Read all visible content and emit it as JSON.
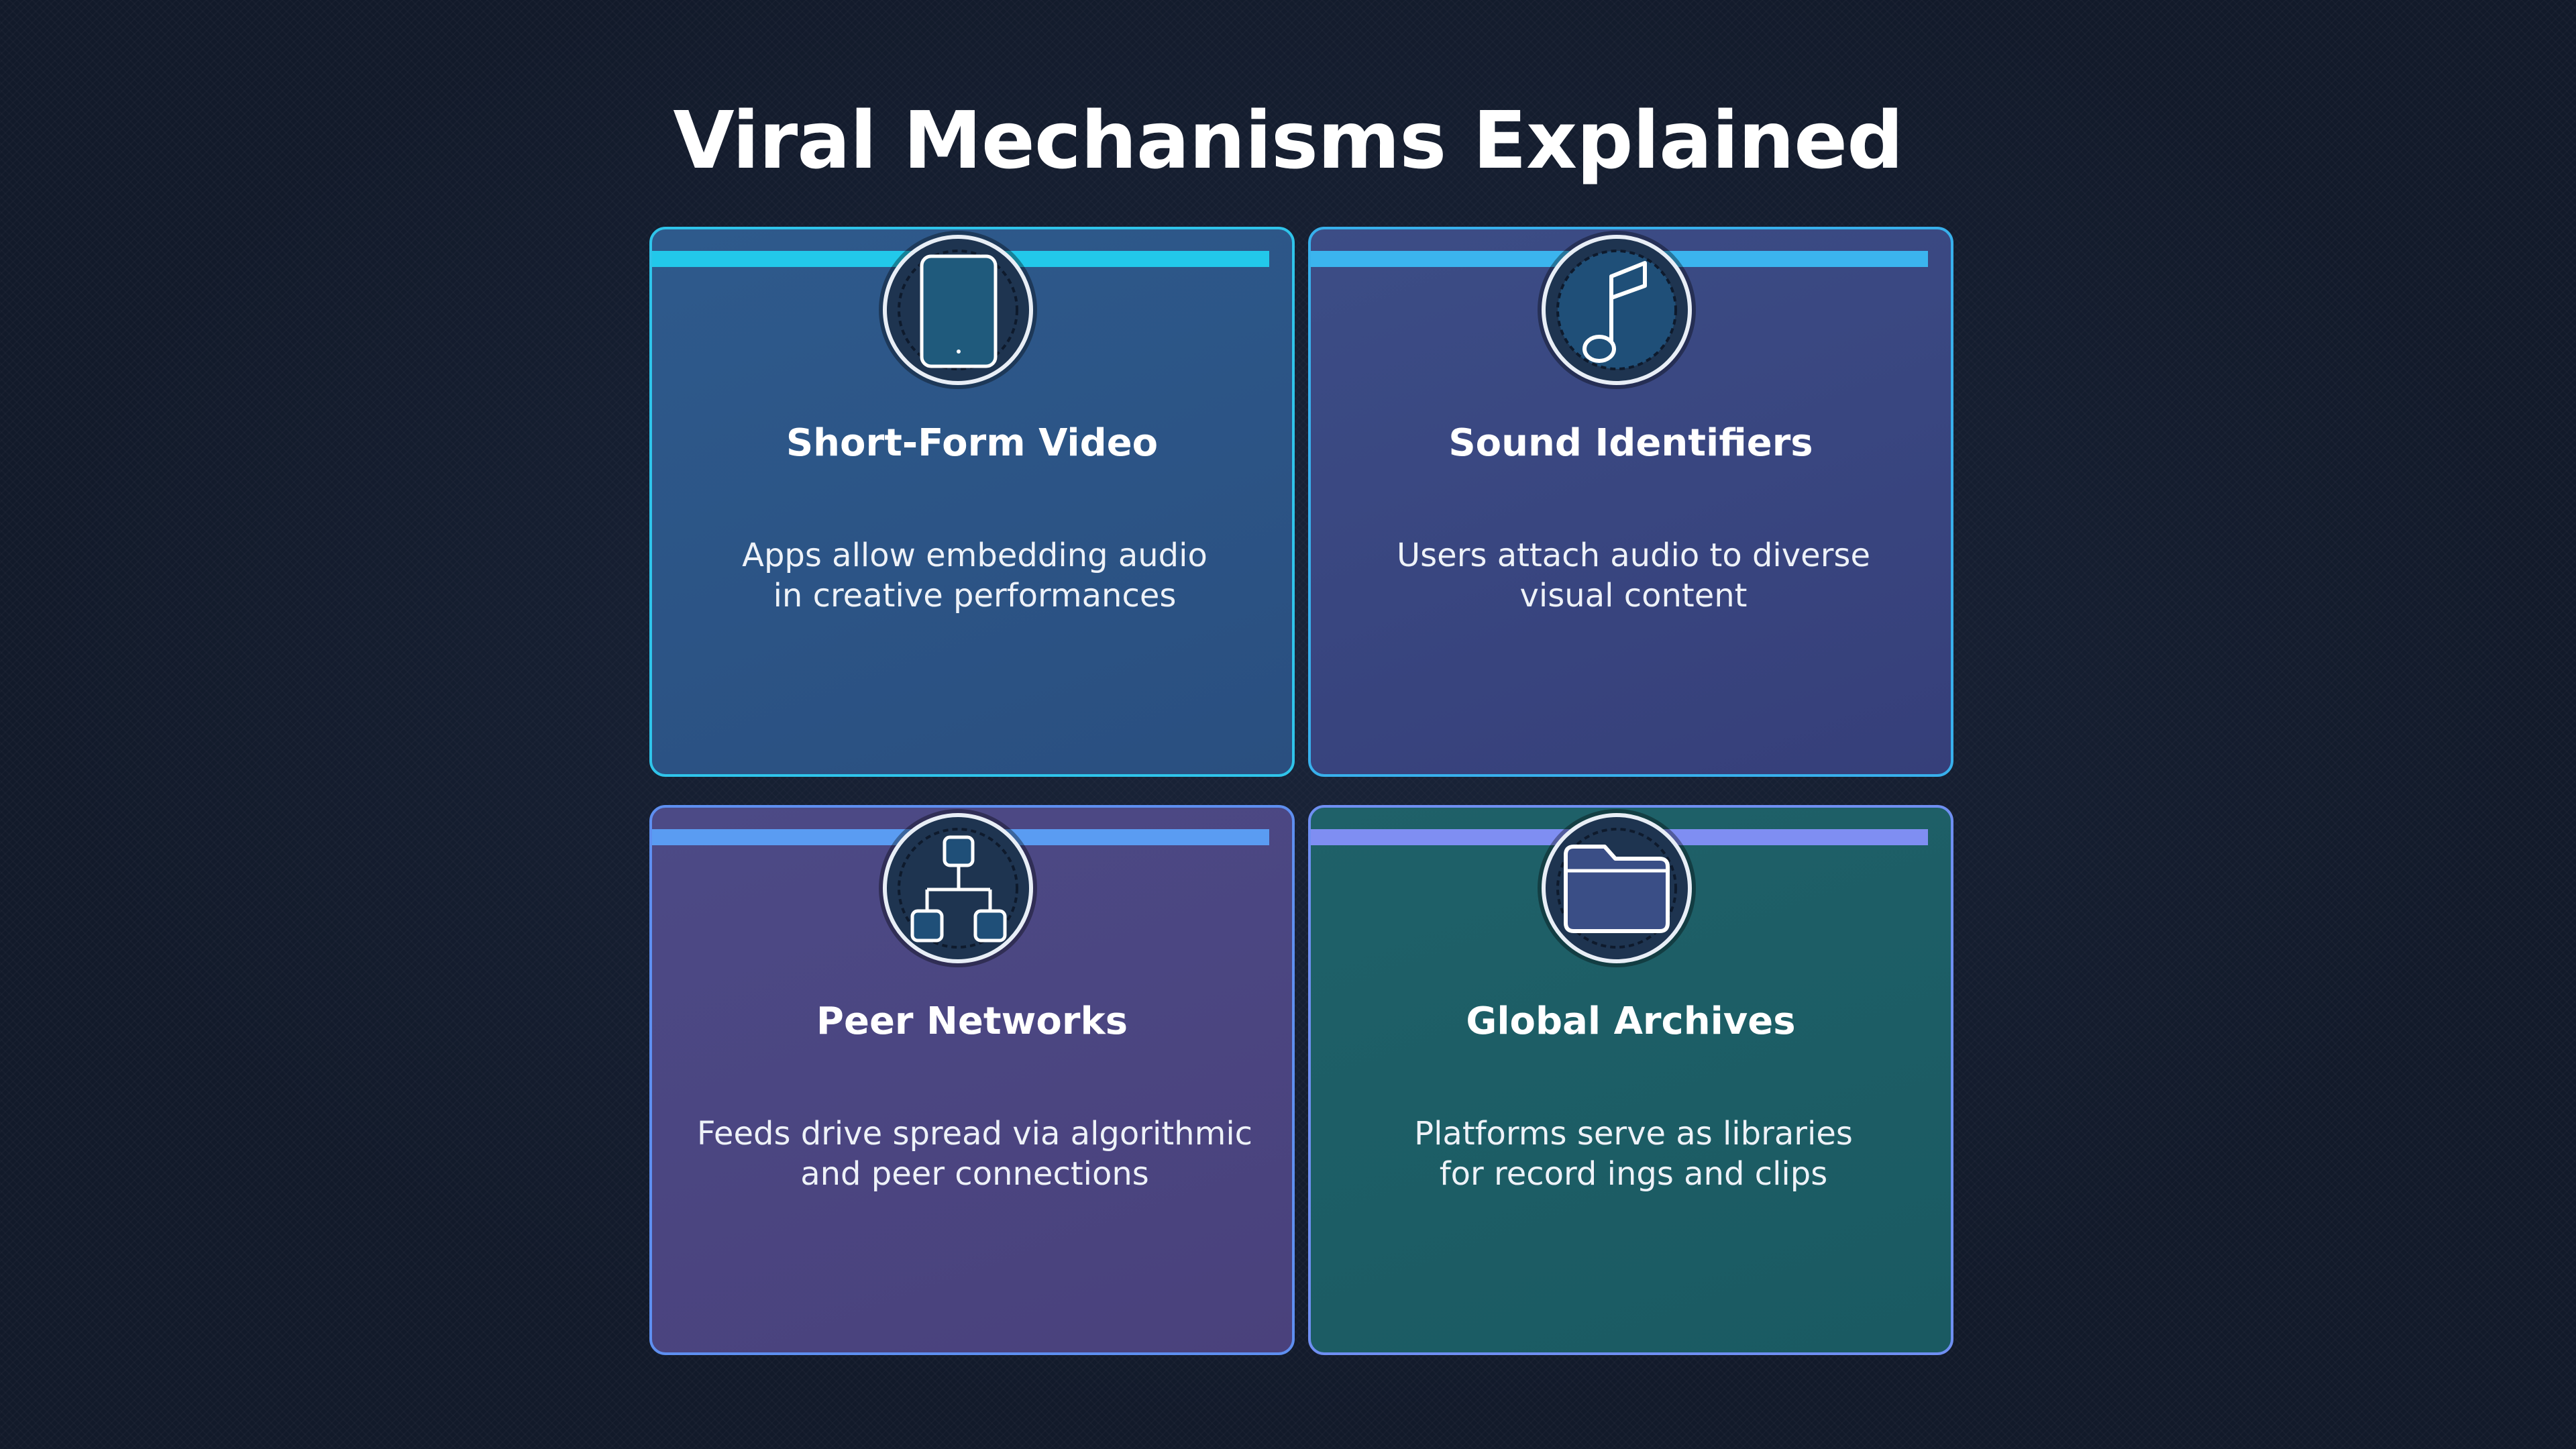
{
  "page": {
    "title": "Viral Mechanisms Explained"
  },
  "cards": [
    {
      "heading": "Short-Form Video",
      "description_line1": "Apps allow embedding audio",
      "description_line2": "in creative performances",
      "icon": "tablet-icon",
      "bar_color": "#22c8ea"
    },
    {
      "heading": "Sound Identifiers",
      "description_line1": "Users attach audio to diverse",
      "description_line2": "visual content",
      "icon": "music-note-icon",
      "bar_color": "#3bb4ee"
    },
    {
      "heading": "Peer Networks",
      "description_line1": "Feeds drive spread via algorithmic",
      "description_line2": "and peer connections",
      "icon": "network-hierarchy-icon",
      "bar_color": "#5a9cf2"
    },
    {
      "heading": "Global Archives",
      "description_line1": "Platforms serve as libraries",
      "description_line2": "for record ings and clips",
      "icon": "folder-icon",
      "bar_color": "#7f8ef2"
    }
  ]
}
